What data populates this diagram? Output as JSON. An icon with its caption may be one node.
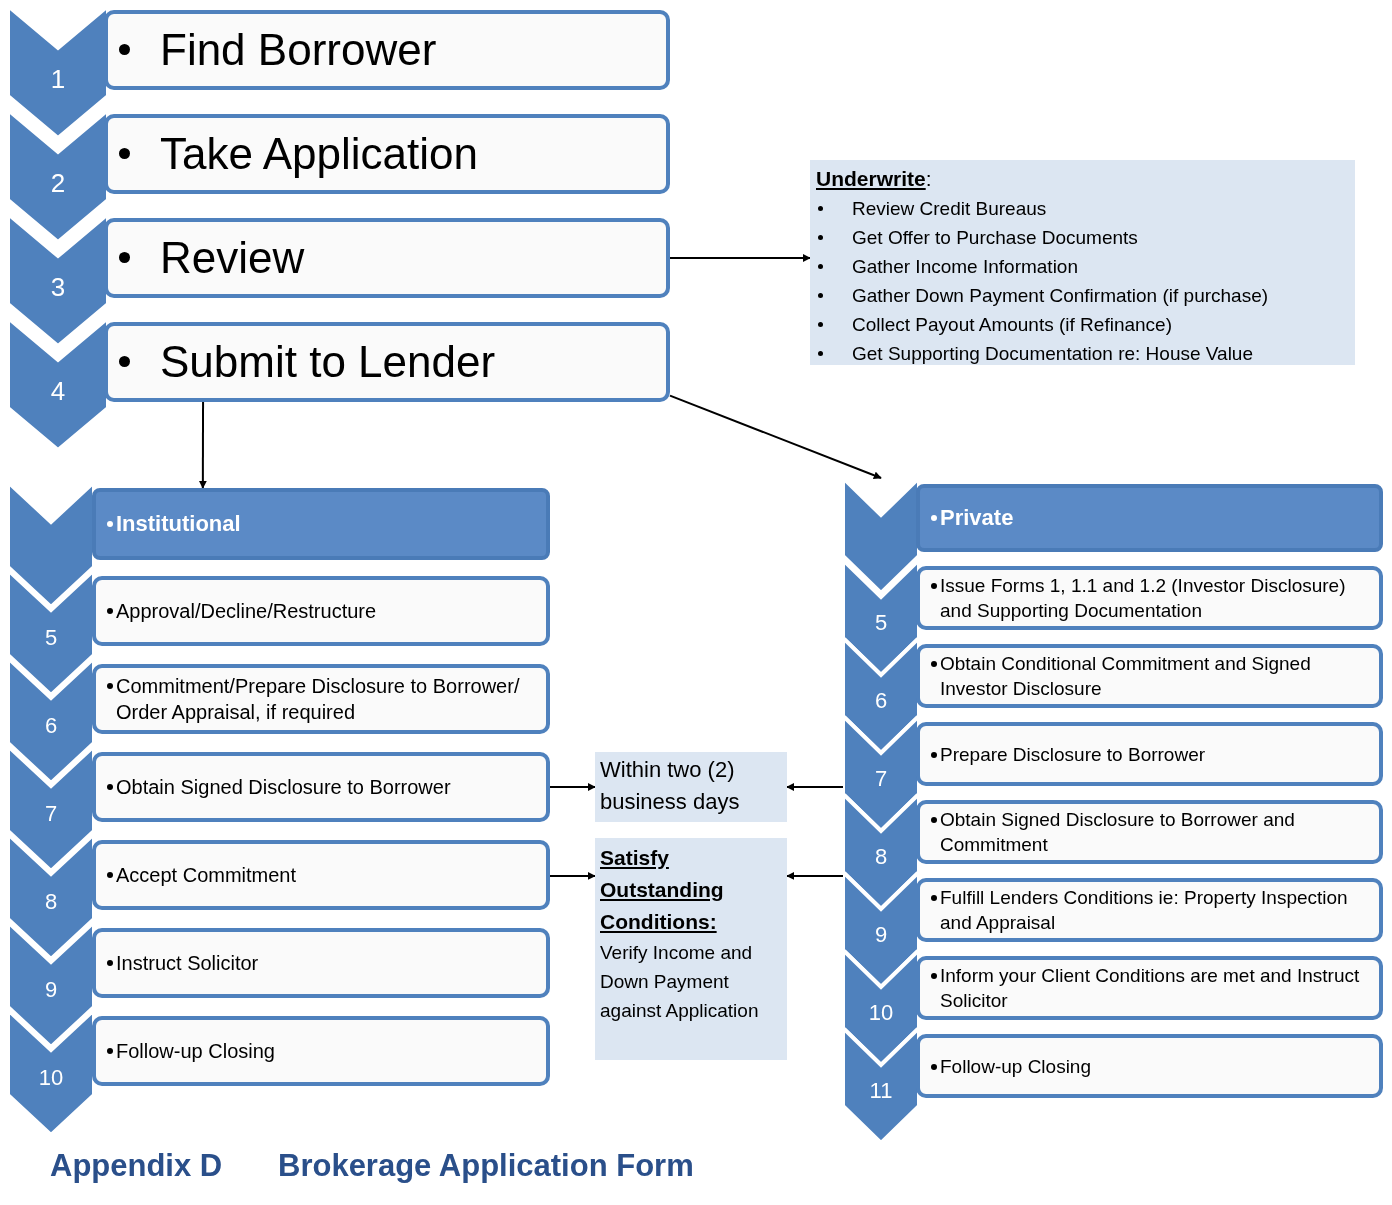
{
  "diagram": {
    "nodes": [
      {
        "text": [
          "1"
        ]
      },
      {
        "text": [
          "Find Borrower"
        ]
      },
      {
        "text": [
          "2"
        ]
      },
      {
        "text": [
          "Take Application"
        ]
      },
      {
        "text": [
          "3"
        ]
      },
      {
        "text": [
          "Review"
        ]
      },
      {
        "text": [
          "4"
        ]
      },
      {
        "text": [
          "Submit to Lender"
        ]
      },
      {
        "text": [
          "**Underwrite**:",
          "Review Credit Bureaus",
          "Get Offer to Purchase Documents",
          "Gather Income Information",
          "Gather Down Payment Confirmation (if purchase)",
          "Collect Payout Amounts (if Refinance)",
          "Get Supporting Documentation re: House Value"
        ]
      },
      {
        "text": [],
        "shape": "chevron"
      },
      {
        "text": [
          "Institutional"
        ]
      },
      {
        "text": [
          "5"
        ]
      },
      {
        "text": [
          "Approval/Decline/Restructure"
        ]
      },
      {
        "text": [
          "6"
        ]
      },
      {
        "text": [
          "Commitment/Prepare Disclosure to Borrower/ Order Appraisal, if required"
        ]
      },
      {
        "text": [
          "7"
        ]
      },
      {
        "text": [
          "Obtain Signed Disclosure to Borrower"
        ]
      },
      {
        "text": [
          "8"
        ]
      },
      {
        "text": [
          "Accept Commitment"
        ]
      },
      {
        "text": [
          "9"
        ]
      },
      {
        "text": [
          "Instruct Solicitor"
        ]
      },
      {
        "text": [
          "10"
        ]
      },
      {
        "text": [
          "Follow-up Closing"
        ]
      },
      {
        "text": [
          "Within two (2) business days"
        ]
      },
      {
        "text": [
          "Satisfy Outstanding Conditions:",
          "Verify Income and Down Payment against Application"
        ]
      },
      {
        "text": [],
        "shape": "chevron"
      },
      {
        "text": [
          "Private"
        ]
      },
      {
        "text": [
          "5"
        ]
      },
      {
        "text": [
          "Issue Forms 1, 1.1 and 1.2 (Investor Disclosure) and Supporting Documentation"
        ]
      },
      {
        "text": [
          "6"
        ]
      },
      {
        "text": [
          "Obtain Conditional Commitment and Signed Investor Disclosure"
        ]
      },
      {
        "text": [
          "7"
        ]
      },
      {
        "text": [
          "Prepare Disclosure to Borrower"
        ]
      },
      {
        "text": [
          "8"
        ]
      },
      {
        "text": [
          "Obtain Signed Disclosure to Borrower and Commitment"
        ]
      },
      {
        "text": [
          "9"
        ]
      },
      {
        "text": [
          "Fulfill Lenders Conditions ie: Property Inspection and Appraisal"
        ]
      },
      {
        "text": [
          "10"
        ]
      },
      {
        "text": [
          "Inform your Client Conditions are met and Instruct Solicitor"
        ]
      },
      {
        "text": [
          "11"
        ]
      },
      {
        "text": [
          "Follow-up Closing"
        ]
      }
    ],
    "edges": [
      {
        "from": 5,
        "to": 8,
        "arrow": "to"
      },
      {
        "from": 7,
        "to": 10,
        "arrow": "to"
      },
      {
        "from": 7,
        "to": 25,
        "arrow": "to"
      },
      {
        "from": 16,
        "to": 23,
        "arrow": "to"
      },
      {
        "from": 31,
        "to": 23,
        "arrow": "to"
      },
      {
        "from": 18,
        "to": 24,
        "arrow": "to"
      },
      {
        "from": 33,
        "to": 24,
        "arrow": "to"
      }
    ],
    "labels": [
      "Appendix D",
      "Brokerage Application Form"
    ]
  }
}
